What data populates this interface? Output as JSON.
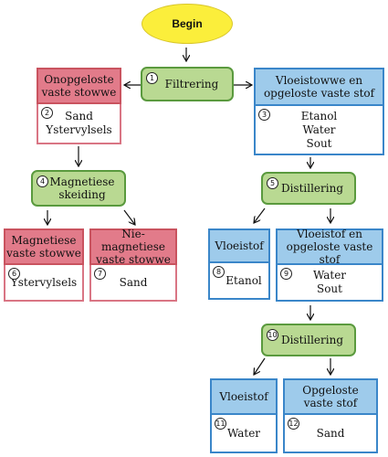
{
  "start": "Begin",
  "steps": {
    "s1": {
      "num": "1",
      "label": "Filtrering"
    },
    "s4": {
      "num": "4",
      "label": "Magnetiese\nskeiding"
    },
    "s5": {
      "num": "5",
      "label": "Distillering"
    },
    "s10": {
      "num": "10",
      "label": "Distillering"
    }
  },
  "boxes": {
    "b2": {
      "num": "2",
      "title": "Onopgeloste\nvaste stowwe",
      "content": "Sand\nYstervylsels",
      "color": "red"
    },
    "b3": {
      "num": "3",
      "title": "Vloeistowwe en\nopgeloste vaste stof",
      "content": "Etanol\nWater\nSout",
      "color": "blue"
    },
    "b6": {
      "num": "6",
      "title": "Magnetiese\nvaste stowwe",
      "content": "Ystervylsels",
      "color": "red"
    },
    "b7": {
      "num": "7",
      "title": "Nie-magnetiese\nvaste stowwe",
      "content": "Sand",
      "color": "red"
    },
    "b8": {
      "num": "8",
      "title": "Vloeistof",
      "content": "Etanol",
      "color": "blue"
    },
    "b9": {
      "num": "9",
      "title": "Vloeistof en\nopgeloste vaste stof",
      "content": "Water\nSout",
      "color": "blue"
    },
    "b11": {
      "num": "11",
      "title": "Vloeistof",
      "content": "Water",
      "color": "blue"
    },
    "b12": {
      "num": "12",
      "title": "Opgeloste\nvaste stof",
      "content": "Sand",
      "color": "blue"
    }
  },
  "colors": {
    "start_fill": "#fbee3b",
    "process_fill": "#b9d992",
    "process_border": "#5a9a3e",
    "solid_fill": "#e27b8a",
    "liquid_fill": "#9ecbeb",
    "liquid_border": "#3a86c9"
  }
}
